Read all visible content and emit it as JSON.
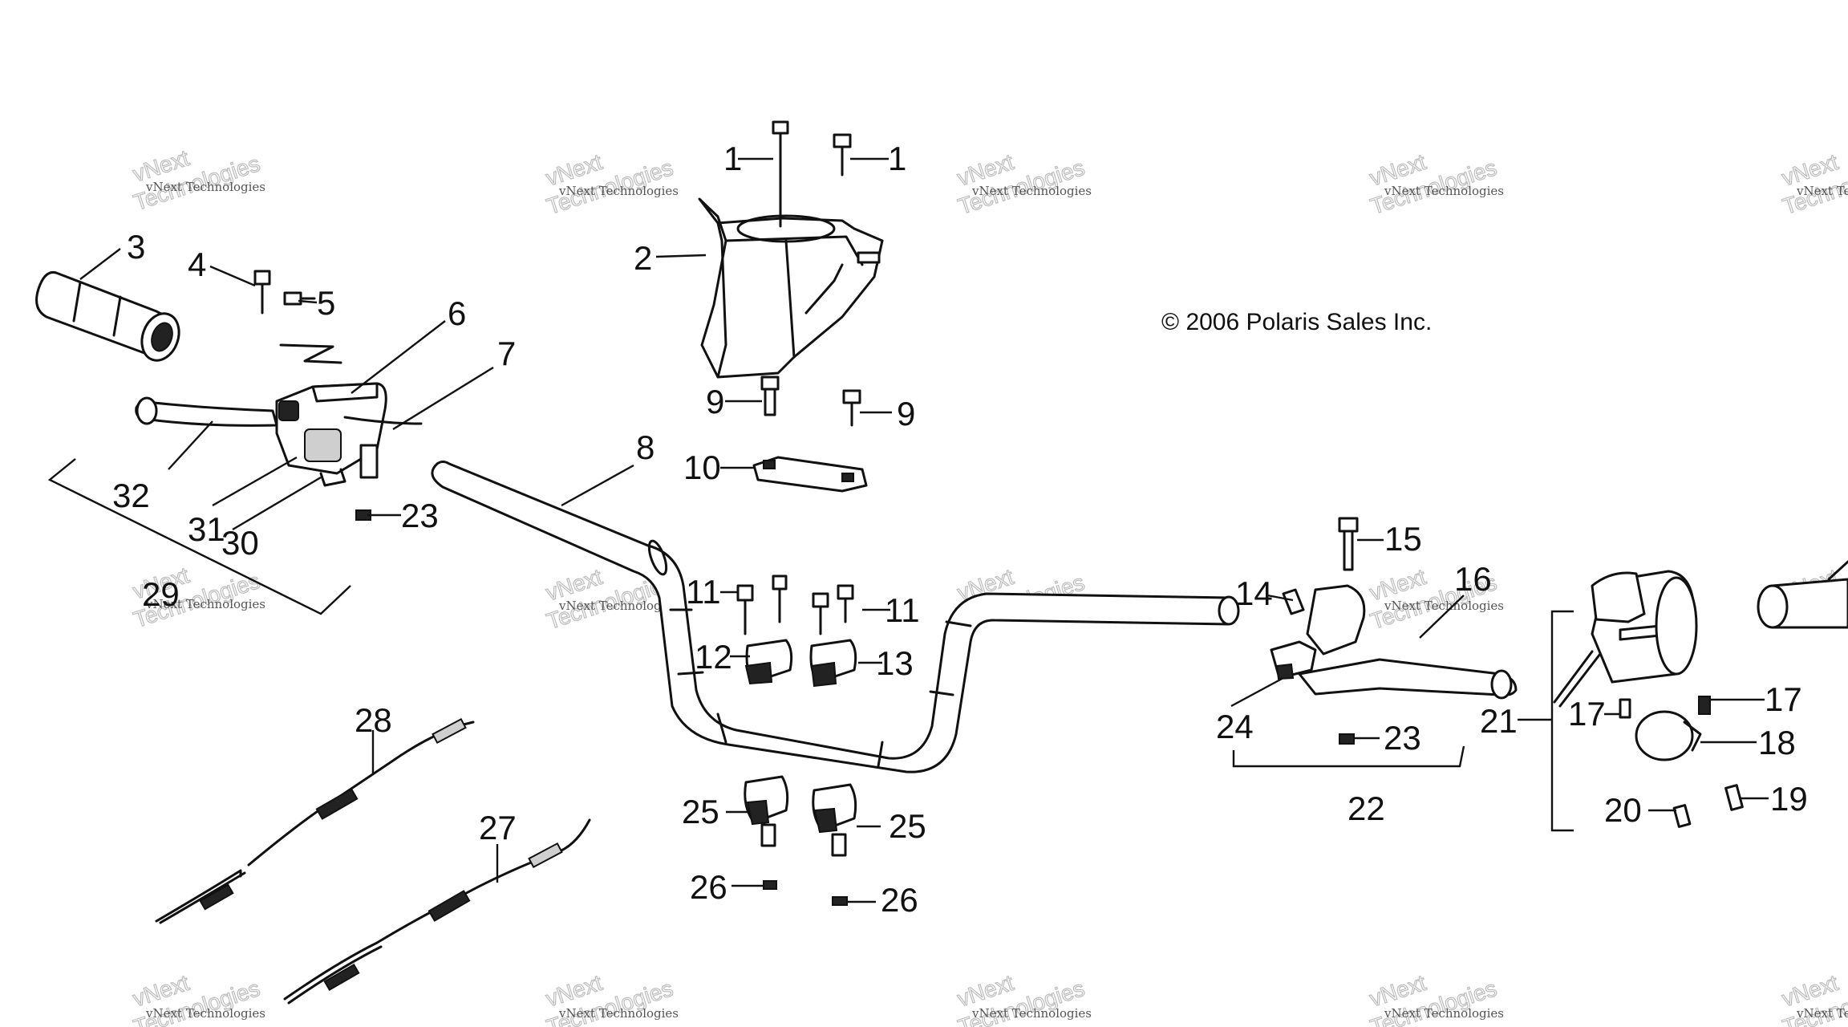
{
  "copyright": "© 2006 Polaris Sales Inc.",
  "watermark": {
    "brand_line1": "vNext",
    "brand_line2": "Technologies",
    "caption": "vNext Technologies"
  },
  "callouts": {
    "n1": "1",
    "n2": "2",
    "n3": "3",
    "n4": "4",
    "n5": "5",
    "n6": "6",
    "n7": "7",
    "n8": "8",
    "n9": "9",
    "n10": "10",
    "n11": "11",
    "n12": "12",
    "n13": "13",
    "n14": "14",
    "n15": "15",
    "n16": "16",
    "n17": "17",
    "n18": "18",
    "n19": "19",
    "n20": "20",
    "n21": "21",
    "n22": "22",
    "n23": "23",
    "n24": "24",
    "n25": "25",
    "n26": "26",
    "n27": "27",
    "n28": "28",
    "n29": "29",
    "n30": "30",
    "n31": "31",
    "n32": "32"
  }
}
